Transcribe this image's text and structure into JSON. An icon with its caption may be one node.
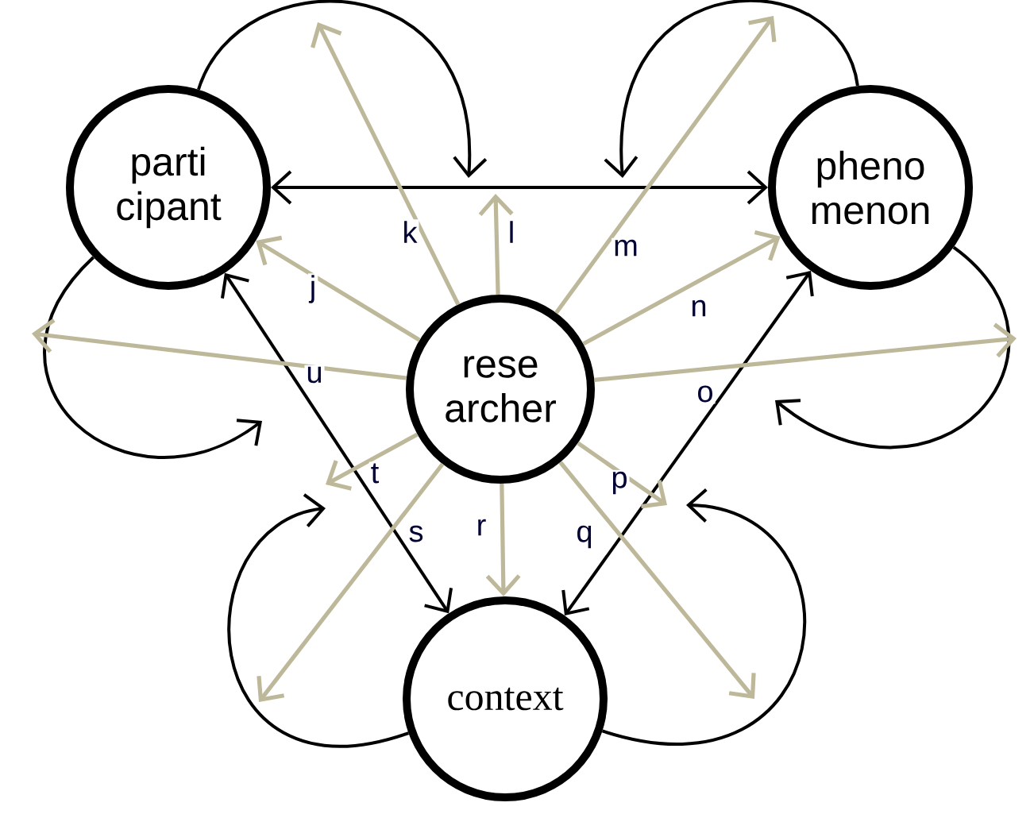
{
  "diagram": {
    "nodes": [
      {
        "text": [
          "parti cipant"
        ]
      },
      {
        "text": [
          "pheno menon"
        ]
      },
      {
        "text": [
          "rese archer"
        ]
      },
      {
        "text": [
          "context"
        ]
      }
    ],
    "edges": [
      {
        "from": 0,
        "to": 1,
        "arrow": "both",
        "color": "#000000"
      },
      {
        "from": 0,
        "to": 3,
        "arrow": "both",
        "color": "#000000"
      },
      {
        "from": 1,
        "to": 3,
        "arrow": "both",
        "color": "#000000"
      },
      {
        "from": 0,
        "to": null,
        "arrow": "to",
        "color": "#000000"
      },
      {
        "from": 1,
        "to": null,
        "arrow": "to",
        "color": "#000000"
      },
      {
        "from": 0,
        "to": null,
        "arrow": "to",
        "color": "#000000"
      },
      {
        "from": 3,
        "to": null,
        "arrow": "to",
        "color": "#000000"
      },
      {
        "from": 1,
        "to": null,
        "arrow": "to",
        "color": "#000000"
      },
      {
        "from": 3,
        "to": null,
        "arrow": "to",
        "color": "#000000"
      },
      {
        "from": 2,
        "to": 0,
        "arrow": "to",
        "label": "j"
      },
      {
        "from": 2,
        "to": null,
        "arrow": "to",
        "label": "k"
      },
      {
        "from": 2,
        "to": null,
        "arrow": "to",
        "label": "l"
      },
      {
        "from": 2,
        "to": null,
        "arrow": "to",
        "label": "m"
      },
      {
        "from": 2,
        "to": 1,
        "arrow": "to",
        "label": "n"
      },
      {
        "from": 2,
        "to": null,
        "arrow": "to",
        "label": "o"
      },
      {
        "from": 2,
        "to": null,
        "arrow": "to",
        "label": "p"
      },
      {
        "from": 2,
        "to": null,
        "arrow": "to",
        "label": "q"
      },
      {
        "from": 2,
        "to": 3,
        "arrow": "to",
        "label": "r"
      },
      {
        "from": 2,
        "to": null,
        "arrow": "to",
        "label": "s"
      },
      {
        "from": 2,
        "to": null,
        "arrow": "to",
        "label": "t"
      },
      {
        "from": 2,
        "to": null,
        "arrow": "to",
        "label": "u"
      }
    ]
  }
}
